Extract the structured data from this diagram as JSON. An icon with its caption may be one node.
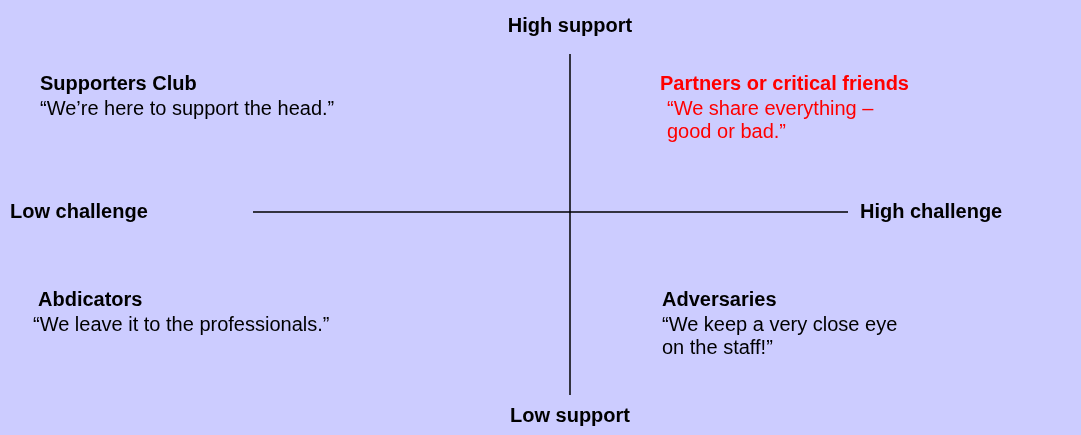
{
  "diagram": {
    "labels": [
      "High support",
      "Supporters Club",
      "“We’re here to support the head.”",
      "Partners or critical friends",
      "“We share everything – good or bad.”",
      "Low challenge",
      "High challenge",
      "Abdicators",
      "“We leave it to the professionals.”",
      "Adversaries",
      "“We keep a very close eye on the staff!”",
      "Low support"
    ]
  }
}
